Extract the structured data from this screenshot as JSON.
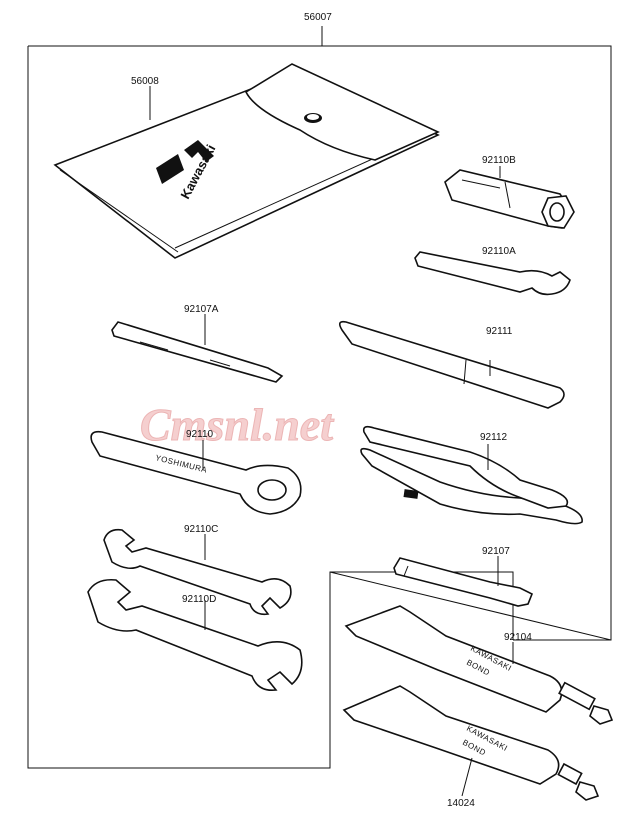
{
  "diagram": {
    "part_numbers": {
      "kit": "56007",
      "pouch": "56008",
      "plug_wrench": "92110B",
      "hook_wrench": "92110A",
      "screwdriver_a": "92107A",
      "handle": "92111",
      "box_wrench": "92110",
      "pliers": "92112",
      "open_wrench_c": "92110C",
      "open_wrench_d": "92110D",
      "screwdriver": "92107",
      "bond_tube_a": "92104",
      "bond_tube_b": "14024"
    },
    "pouch_logo_text": "Kawasaki",
    "tube_a_print": [
      "KAWASAKI",
      "BOND"
    ],
    "tube_b_print": [
      "KAWASAKI",
      "BOND"
    ],
    "watermark": "Cmsnl.net"
  }
}
